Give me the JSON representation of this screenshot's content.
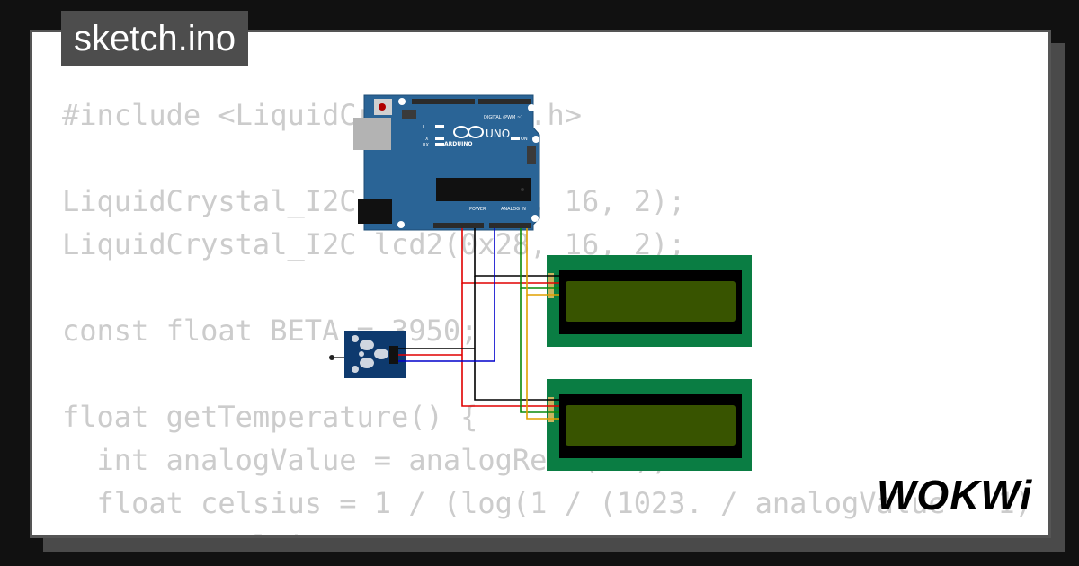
{
  "title": "sketch.ino",
  "brand": "WOKWi",
  "code_lines": [
    "#include <LiquidCrystal_I2C.h>",
    "",
    "LiquidCrystal_I2C lcd1(0x27, 16, 2);",
    "LiquidCrystal_I2C lcd2(0x28, 16, 2);",
    "",
    "const float BETA = 3950;",
    "",
    "float getTemperature() {",
    "  int analogValue = analogRead(A0);",
    "  float celsius = 1 / (log(1 / (1023. / analogValue - 1)",
    "  return celsius;"
  ],
  "board": {
    "brand_label": "ARDUINO",
    "model_label": "UNO",
    "digital_label": "DIGITAL (PWM ~)",
    "power_label": "POWER",
    "analog_label": "ANALOG IN",
    "on_label": "ON",
    "tx_label": "TX",
    "rx_label": "RX",
    "l_label": "L"
  },
  "colors": {
    "board": "#2a6496",
    "lcd_pcb": "#0a7d43",
    "lcd_screen": "#385400",
    "sensor_pcb": "#0e3a6e",
    "wire_black": "#000000",
    "wire_red": "#e00000",
    "wire_blue": "#0000cc",
    "wire_green": "#0a8a0a",
    "wire_yellow": "#e0a000"
  }
}
